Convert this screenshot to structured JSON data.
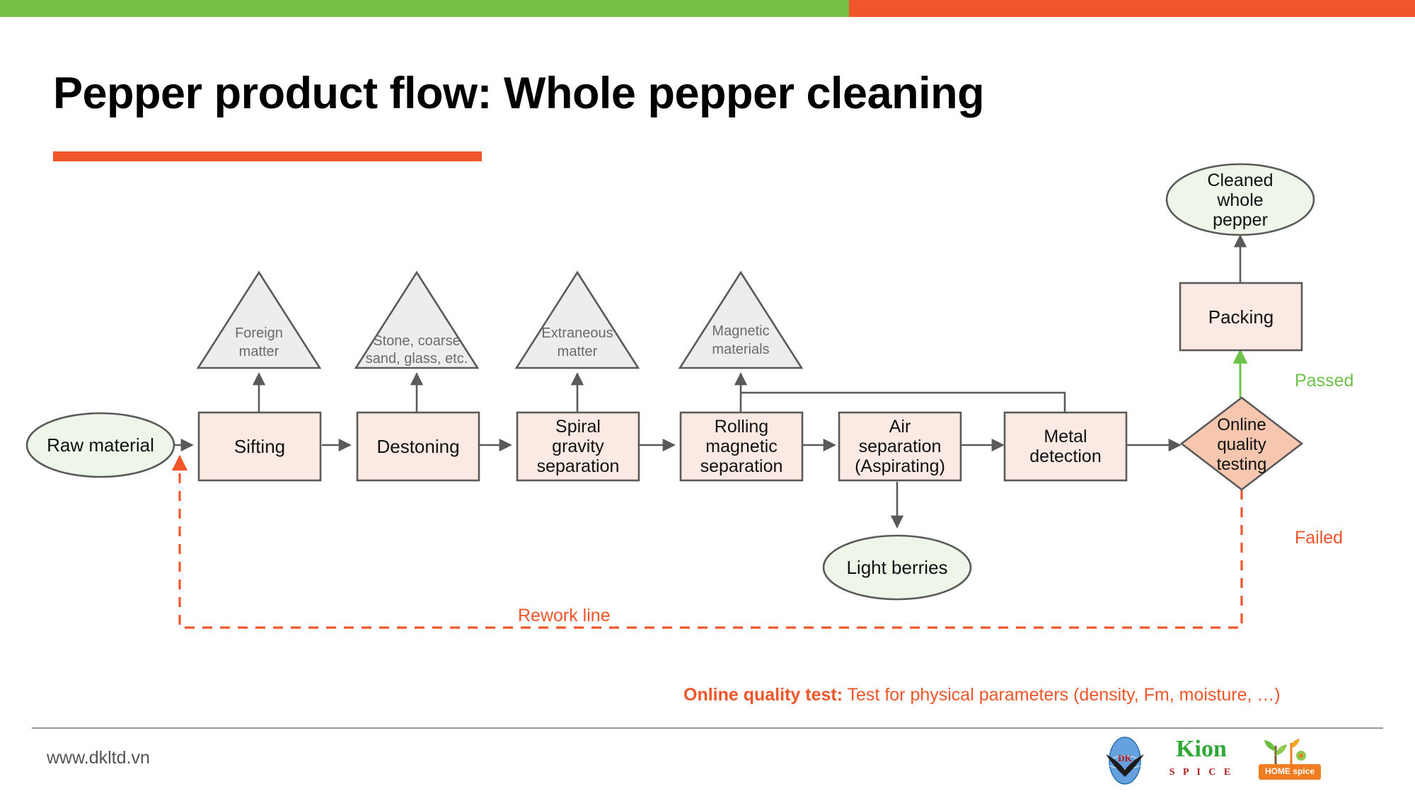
{
  "header": {
    "bar_green": "#76bf43",
    "bar_orange": "#f0562a",
    "title": "Pepper product flow: Whole pepper cleaning"
  },
  "diagram": {
    "type": "process-flowchart",
    "nodes": [
      {
        "id": "raw-material",
        "shape": "ellipse",
        "label": "Raw material",
        "fill": "#eef6ea"
      },
      {
        "id": "sifting",
        "shape": "rect",
        "label": "Sifting",
        "fill": "#fbe9e4"
      },
      {
        "id": "destoning",
        "shape": "rect",
        "label": "Destoning",
        "fill": "#fbe9e4"
      },
      {
        "id": "spiral-gravity",
        "shape": "rect",
        "label": "Spiral gravity separation",
        "lines": [
          "Spiral",
          "gravity",
          "separation"
        ],
        "fill": "#fbe9e4"
      },
      {
        "id": "rolling-magnetic",
        "shape": "rect",
        "label": "Rolling magnetic separation",
        "lines": [
          "Rolling",
          "magnetic",
          "separation"
        ],
        "fill": "#fbe9e4"
      },
      {
        "id": "air-separation",
        "shape": "rect",
        "label": "Air separation (Aspirating)",
        "lines": [
          "Air",
          "separation",
          "(Aspirating)"
        ],
        "fill": "#fbe9e4"
      },
      {
        "id": "metal-detection",
        "shape": "rect",
        "label": "Metal detection",
        "lines": [
          "Metal",
          "detection"
        ],
        "fill": "#fbe9e4"
      },
      {
        "id": "online-quality",
        "shape": "diamond",
        "label": "Online quality testing",
        "lines": [
          "Online",
          "quality",
          "testing"
        ],
        "fill": "#f6c6ae"
      },
      {
        "id": "packing",
        "shape": "rect",
        "label": "Packing",
        "fill": "#fbe9e4"
      },
      {
        "id": "cleaned-pepper",
        "shape": "ellipse",
        "label": "Cleaned whole pepper",
        "lines": [
          "Cleaned",
          "whole",
          "pepper"
        ],
        "fill": "#eef6ea"
      },
      {
        "id": "light-berries",
        "shape": "ellipse",
        "label": "Light berries",
        "fill": "#eef6ea"
      },
      {
        "id": "foreign-matter",
        "shape": "triangle",
        "label": "Foreign matter",
        "lines": [
          "Foreign",
          "matter"
        ],
        "fill": "#ededed"
      },
      {
        "id": "stone-coarse",
        "shape": "triangle",
        "label": "Stone, coarse sand, glass, etc.",
        "lines": [
          "Stone, coarse",
          "sand, glass, etc."
        ],
        "fill": "#ededed"
      },
      {
        "id": "extraneous",
        "shape": "triangle",
        "label": "Extraneous matter",
        "lines": [
          "Extraneous",
          "matter"
        ],
        "fill": "#ededed"
      },
      {
        "id": "magnetic-mat",
        "shape": "triangle",
        "label": "Magnetic materials",
        "lines": [
          "Magnetic",
          "materials"
        ],
        "fill": "#ededed"
      }
    ],
    "edge_labels": {
      "passed": "Passed",
      "failed": "Failed",
      "rework": "Rework line"
    },
    "colors": {
      "passed": "#6cc24a",
      "failed": "#f0562a",
      "rework": "#f0562a",
      "stroke": "#5a5a5a",
      "triangle_text": "#6b6b6b"
    }
  },
  "footnote": {
    "label": "Online quality test:",
    "text": " Test for physical parameters (density, Fm, moisture, …)"
  },
  "footer": {
    "website": "www.dkltd.vn",
    "logos": [
      {
        "id": "dk-logo",
        "name": "DK",
        "alt": "DK eagle globe logo"
      },
      {
        "id": "kion-logo",
        "name": "Kion",
        "sub": "S P I C E"
      },
      {
        "id": "home-logo",
        "name": "HOME spice"
      }
    ]
  }
}
